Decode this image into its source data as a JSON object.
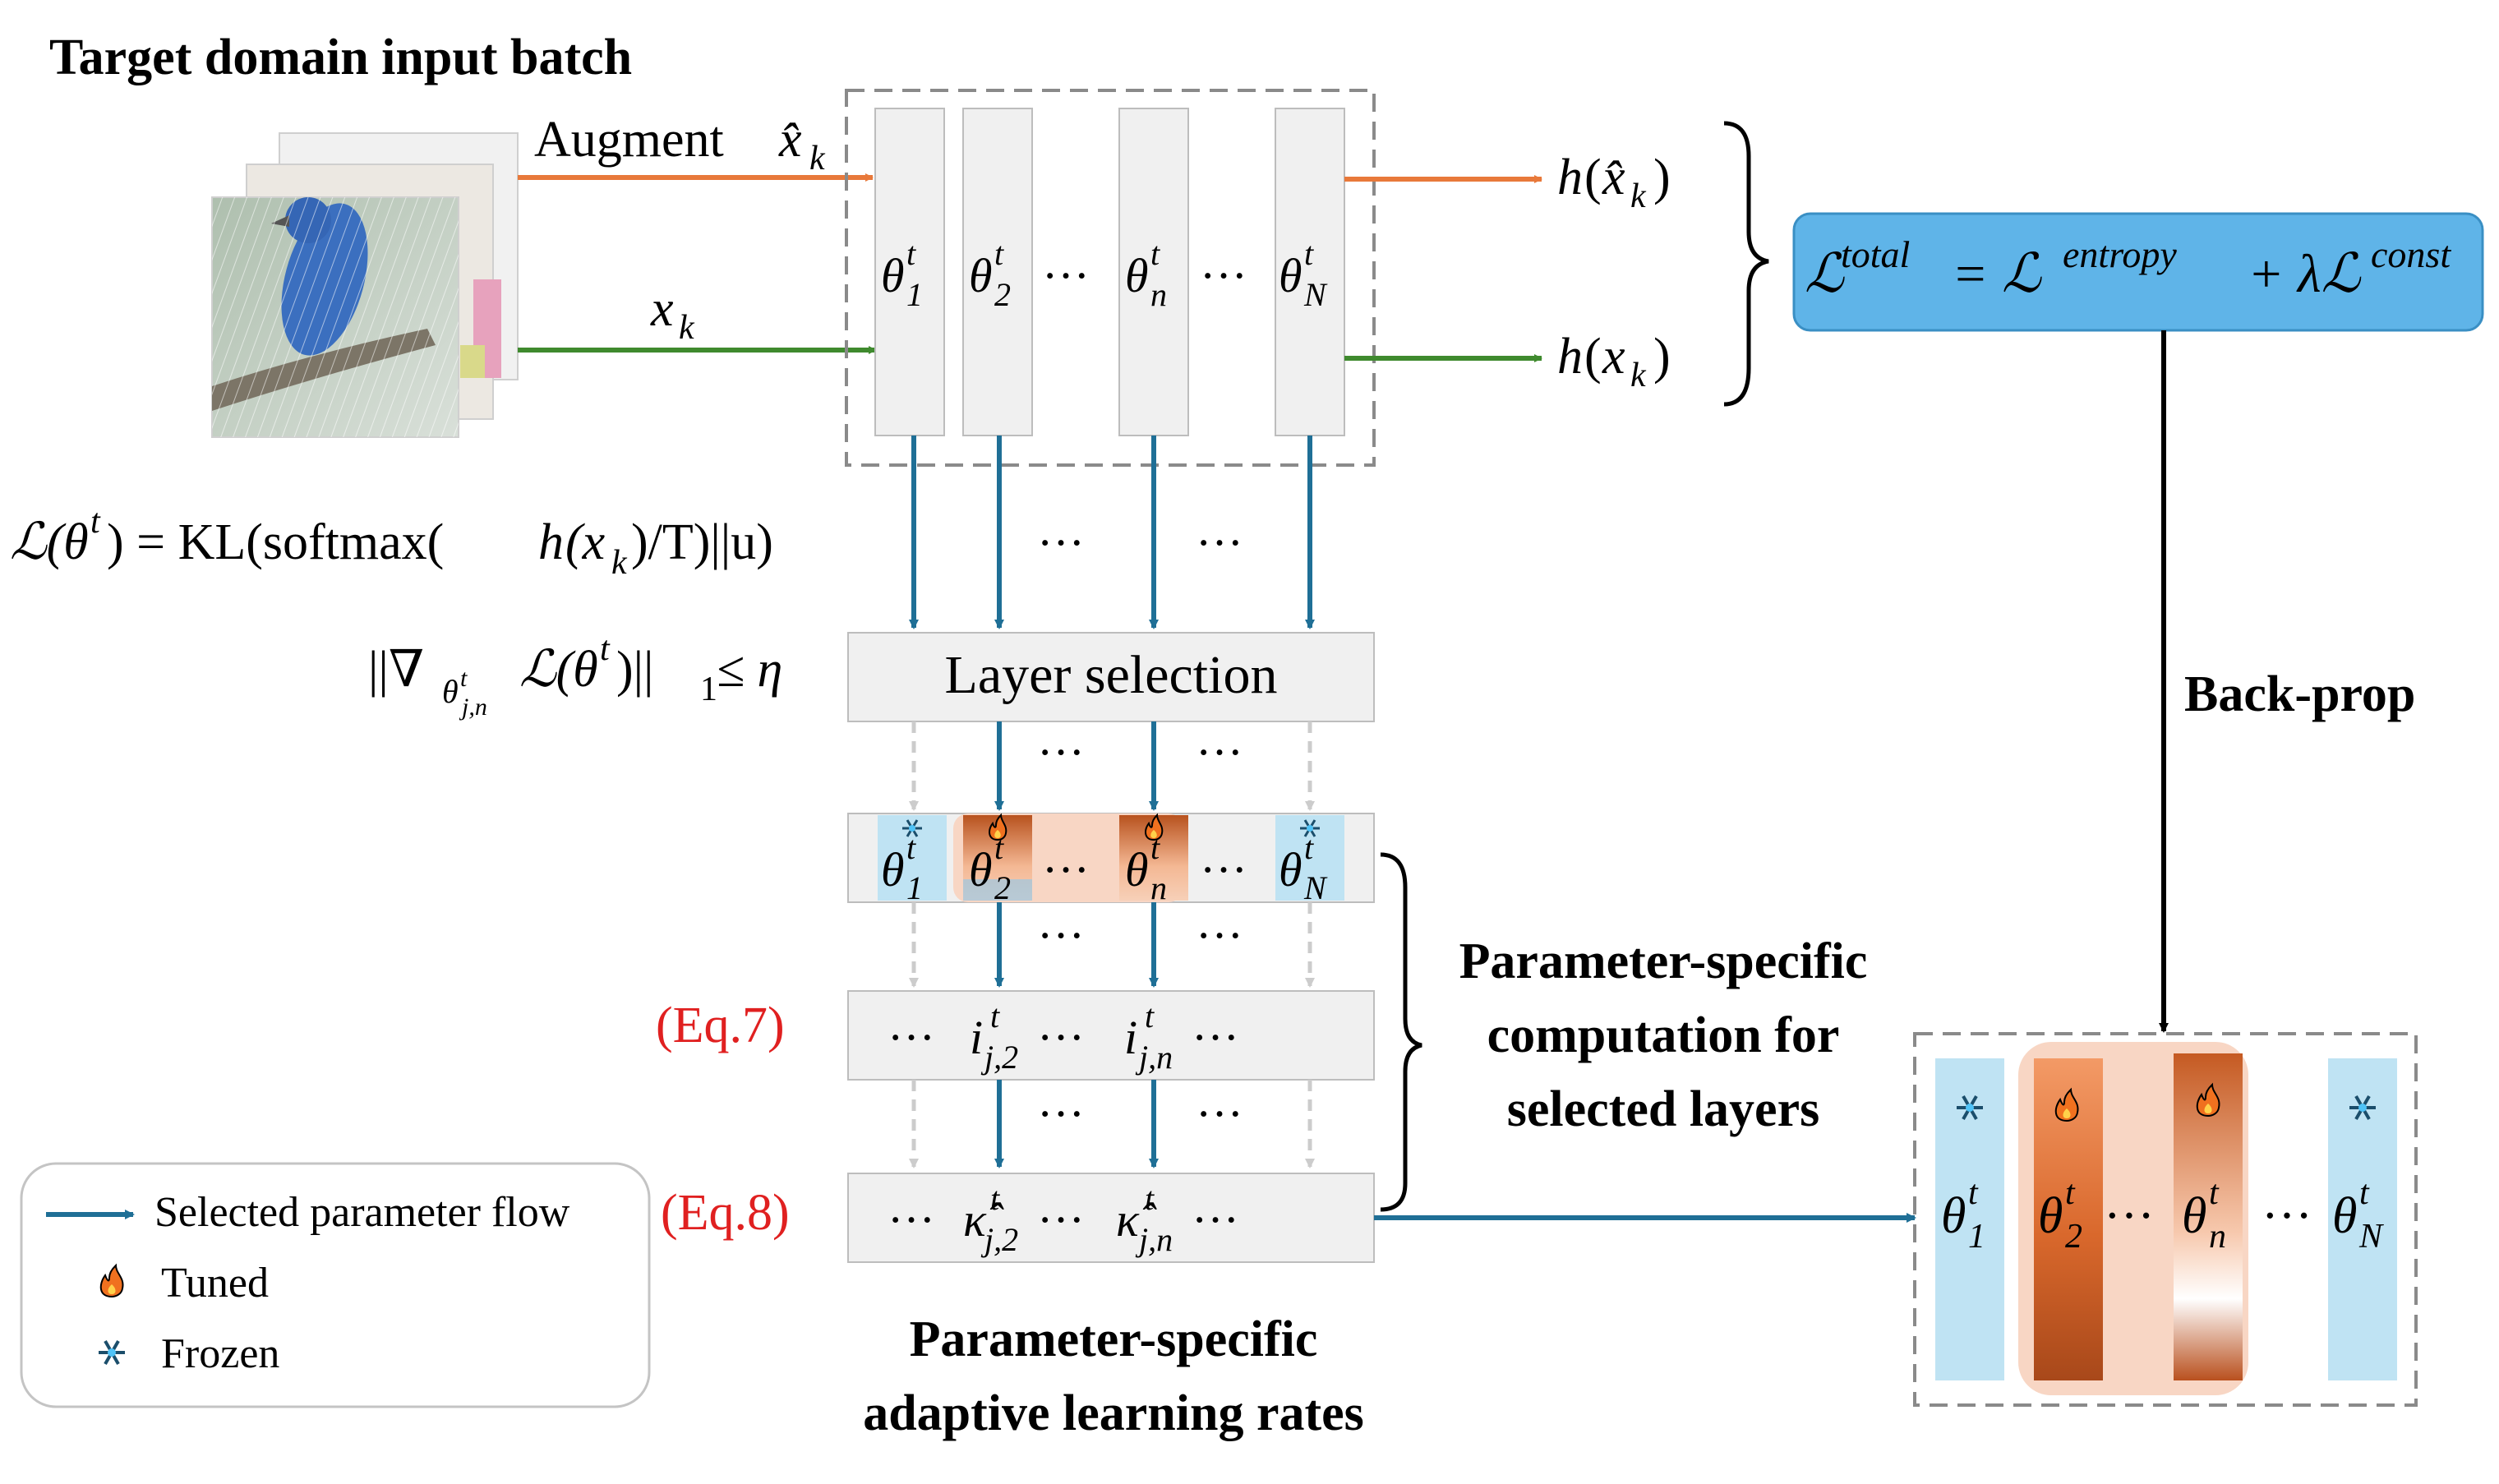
{
  "titles": {
    "input_batch": "Target domain input batch",
    "back_prop": "Back-prop",
    "lr_title_line1": "Parameter-specific",
    "lr_title_line2": "adaptive learning rates",
    "param_comp_line1": "Parameter-specific",
    "param_comp_line2": "computation for",
    "param_comp_line3": "selected layers"
  },
  "labels": {
    "augment": "Augment",
    "x_hat_k": "x̂",
    "x_k": "x",
    "k": "k",
    "h": "h",
    "layer_selection": "Layer selection",
    "eq7": "(Eq.7)",
    "eq8": "(Eq.8)",
    "dots": "···"
  },
  "formulas": {
    "loss_prefix": "ℒ(θ",
    "loss_sup_t": "t",
    "loss_mid": ") = KL(softmax(",
    "loss_h": "h",
    "loss_x": "(x",
    "loss_k": "k",
    "loss_end": ")/T)||u)",
    "grad_prefix": "||∇",
    "grad_theta": "θ",
    "grad_sup": "t",
    "grad_sub": "j,n",
    "grad_mid": "ℒ(θ",
    "grad_sup2": "t",
    "grad_end": ")||",
    "grad_one": "1",
    "grad_leq": " ≤ η",
    "total_L": "ℒ",
    "total_sup": "total",
    "total_eq": " = ℒ",
    "entropy_sup": "entropy",
    "plus": "+ λℒ",
    "const_sup": "const"
  },
  "params": {
    "theta": "θ",
    "t": "t",
    "sub1": "1",
    "sub2": "2",
    "subn": "n",
    "subN": "N",
    "i": "i",
    "kappa": "κ̂",
    "j2": "j,2",
    "jn": "j,n"
  },
  "legend": {
    "flow": "Selected parameter flow",
    "tuned": "Tuned",
    "frozen": "Frozen"
  },
  "icons": {
    "flame": "flame-icon",
    "snowflake": "snowflake-icon"
  },
  "colors": {
    "orange_flow": "#e8793a",
    "green_flow": "#3f8a2e",
    "blue_flow": "#1f6f96",
    "frozen_fill": "#bfe3f3",
    "total_box": "#5fb4e8",
    "eq_red": "#e02020",
    "tuned_dark": "#a8481a",
    "tuned_light": "#f8d6c4"
  }
}
